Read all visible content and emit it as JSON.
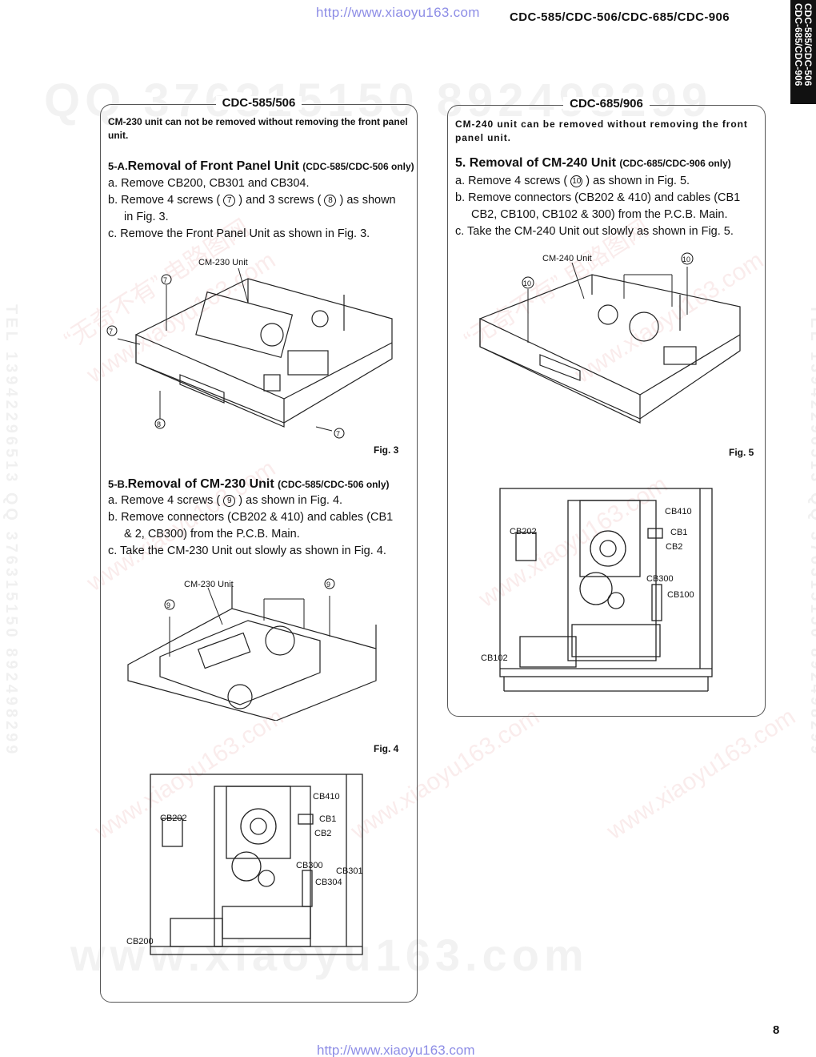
{
  "header": {
    "url": "http://www.xiaoyu163.com",
    "models": "CDC-585/CDC-506/CDC-685/CDC-906",
    "side_tab_line1": "CDC-585/CDC-506",
    "side_tab_line2": "CDC-685/CDC-906"
  },
  "watermarks": {
    "qq": "QQ 376315150   892498299",
    "site": "www.xiaoyu163.com",
    "tel": "TEL 13942296513  QQ 376315150  892498299",
    "diag1": "“无奇不有” 电路图网",
    "diag2": "www.xiaoyu163.com"
  },
  "left_panel": {
    "title": "CDC-585/506",
    "note": "CM-230 unit can not be removed without removing the front panel unit.",
    "section_a": {
      "prefix": "5-A.",
      "title": "Removal of Front Panel Unit",
      "qualifier": "(CDC-585/CDC-506 only)",
      "steps": [
        "a.  Remove CB200, CB301 and CB304.",
        "b.  Remove 4 screws (",
        ") and 3 screws (",
        ") as shown",
        "in Fig. 3.",
        "c.  Remove the Front Panel Unit as shown in Fig. 3."
      ],
      "screw_a": "7",
      "screw_b": "8"
    },
    "fig3": {
      "caption": "Fig. 3",
      "unit_label": "CM-230 Unit",
      "screw_labels": [
        "7",
        "7",
        "7",
        "8"
      ]
    },
    "section_b": {
      "prefix": "5-B.",
      "title": "Removal of CM-230 Unit",
      "qualifier": "(CDC-585/CDC-506 only)",
      "steps": [
        "a.  Remove 4 screws (",
        ") as shown in Fig. 4.",
        "b.  Remove connectors (CB202 & 410) and cables (CB1",
        "& 2, CB300) from the P.C.B. Main.",
        "c.  Take the CM-230 Unit out slowly as shown in Fig. 4."
      ],
      "screw": "9"
    },
    "fig4": {
      "caption": "Fig. 4",
      "unit_label": "CM-230 Unit",
      "screw_labels": [
        "9",
        "9"
      ],
      "connector_labels": [
        "CB410",
        "CB202",
        "CB1",
        "CB2",
        "CB300",
        "CB301",
        "CB304",
        "CB200"
      ]
    }
  },
  "right_panel": {
    "title": "CDC-685/906",
    "note": "CM-240 unit can be removed without removing the front panel unit.",
    "section": {
      "prefix": "5.",
      "title": "Removal of CM-240 Unit",
      "qualifier": "(CDC-685/CDC-906 only)",
      "steps": [
        "a.  Remove 4 screws (",
        ") as shown in Fig. 5.",
        "b.  Remove connectors (CB202 & 410) and cables (CB1",
        "CB2, CB100, CB102 & 300) from the P.C.B. Main.",
        "c.  Take the CM-240 Unit out slowly as shown in Fig. 5."
      ],
      "screw": "10"
    },
    "fig5": {
      "caption": "Fig. 5",
      "unit_label": "CM-240 Unit",
      "screw_labels": [
        "10",
        "10"
      ],
      "connector_labels": [
        "CB410",
        "CB202",
        "CB1",
        "CB2",
        "CB300",
        "CB100",
        "CB102"
      ]
    }
  },
  "page_number": "8"
}
